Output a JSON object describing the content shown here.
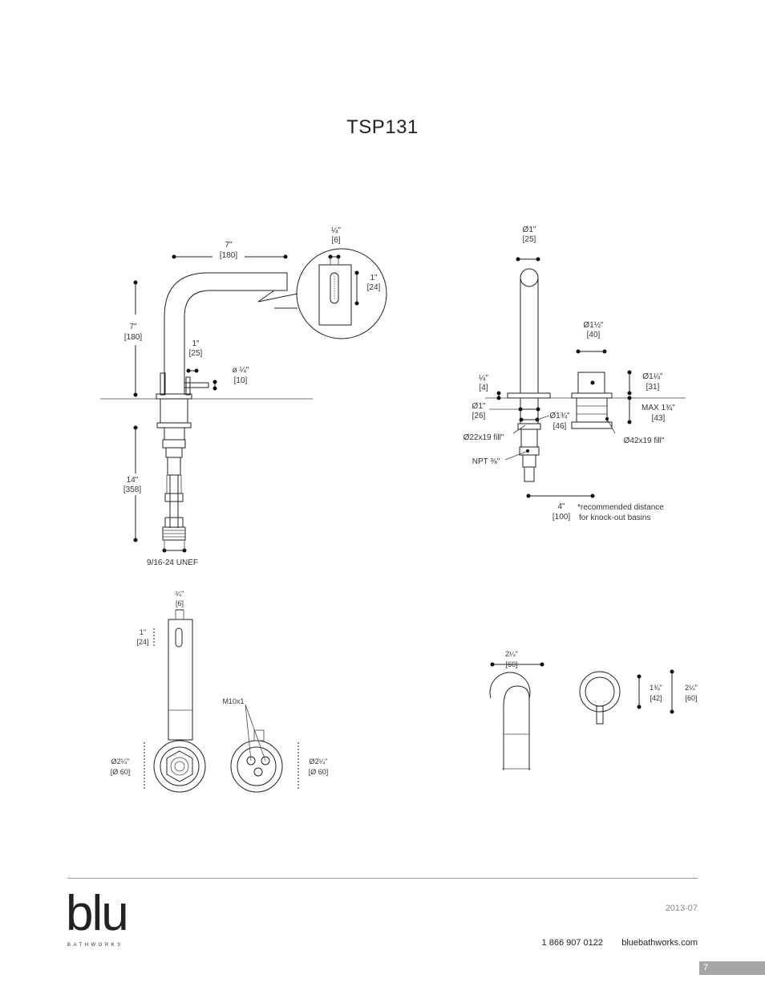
{
  "title": "TSP131",
  "footer": {
    "logo": "blu",
    "logo_sub": "BATHWORKS",
    "date": "2013-07",
    "phone": "1 866 907 0122",
    "website": "bluebathworks.com",
    "page_number": "7"
  },
  "dims": {
    "spout_reach": [
      "7\"",
      "[180]"
    ],
    "spout_height": [
      "7\"",
      "[180]"
    ],
    "aerator_width": [
      "¼\"",
      "[6]"
    ],
    "aerator_length": [
      "1\"",
      "[24]"
    ],
    "handle_height": [
      "1\"",
      "[25]"
    ],
    "handle_dia": [
      "ø ¼\"",
      "[10]"
    ],
    "hose_length": [
      "14\"",
      "[358]"
    ],
    "thread": "9/16-24 UNEF",
    "spout_dia": [
      "Ø1\"",
      "[25]"
    ],
    "handle_base": [
      "Ø1½\"",
      "[40]"
    ],
    "deck_gap": [
      "¼\"",
      "[4]"
    ],
    "shank_dia": [
      "Ø1\"",
      "[26]"
    ],
    "valve_body": [
      "Ø1¾\"",
      "[46]"
    ],
    "handle_top": [
      "Ø1¼\"",
      "[31]"
    ],
    "max_deck": [
      "MAX 1¾\"",
      "[43]"
    ],
    "fill_small": "Ø22x19 fill\"",
    "fill_large": "Ø42x19 fill\"",
    "npt": "NPT ⅜\"",
    "distance": [
      "4\"",
      "[100]"
    ],
    "distance_note": [
      "*recommended distance",
      "for knock-out basins"
    ],
    "hand_width": [
      "¼\"",
      "[6]"
    ],
    "hand_length": [
      "1\"",
      "[24]"
    ],
    "base_dia_left": [
      "Ø2¼\"",
      "[Ø 60]"
    ],
    "thread_m": "M10x1",
    "base_dia_right": [
      "Ø2¼\"",
      "[Ø 60]"
    ],
    "wall_width": [
      "2¼\"",
      "[60]"
    ],
    "knob_dia": [
      "1¾\"",
      "[42]"
    ],
    "plate_dia": [
      "2¼\"",
      "[60]"
    ]
  }
}
